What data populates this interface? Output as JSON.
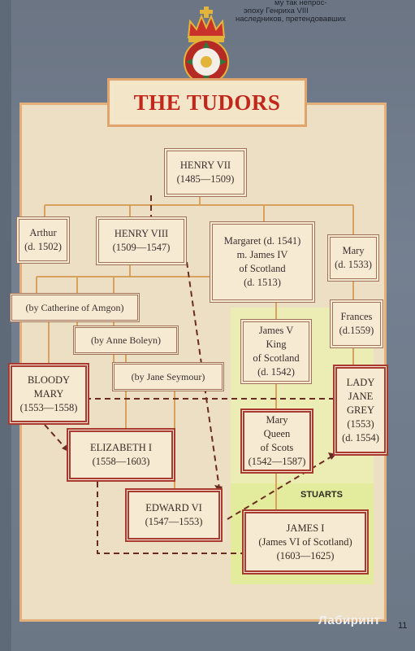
{
  "header_text": {
    "line1": "му так непрос-",
    "line2": "эпоху Генриха VIII",
    "line3": "наследников, претендовавших"
  },
  "title": "THE TUDORS",
  "people": {
    "henry7": "HENRY VII\n(1485—1509)",
    "arthur": "Arthur\n(d. 1502)",
    "henry8": "HENRY VIII\n(1509—1547)",
    "margaret": "Margaret (d. 1541)\nm. James IV\nof Scotland\n(d. 1513)",
    "mary_sister": "Mary\n(d. 1533)",
    "frances": "Frances\n(d.1559)",
    "james5": "James V\nKing\nof Scotland\n(d. 1542)",
    "bloody_mary": "BLOODY\nMARY\n(1553—1558)",
    "lady_jane": "LADY\nJANE\nGREY\n(1553)\n(d. 1554)",
    "mary_queen": "Mary\nQueen\nof Scots\n(1542—1587)",
    "elizabeth": "ELIZABETH I\n(1558—1603)",
    "edward": "EDWARD VI\n(1547—1553)",
    "james1": "JAMES I\n(James VI of Scotland)\n(1603—1625)"
  },
  "wives": {
    "catherine": "(by Catherine of Amgon)",
    "anne": "(by Anne Boleyn)",
    "jane": "(by Jane Seymour)"
  },
  "stuarts_label": "STUARTS",
  "page_number": "11",
  "watermark": "Лабиринт",
  "colors": {
    "title_red": "#c2271c",
    "chart_bg": "#eddfc4",
    "stuart_zone": "#ecedb4",
    "connector": "#d7a25e",
    "dashed": "#6a2c22",
    "highlight_border": "#a83a2f"
  }
}
